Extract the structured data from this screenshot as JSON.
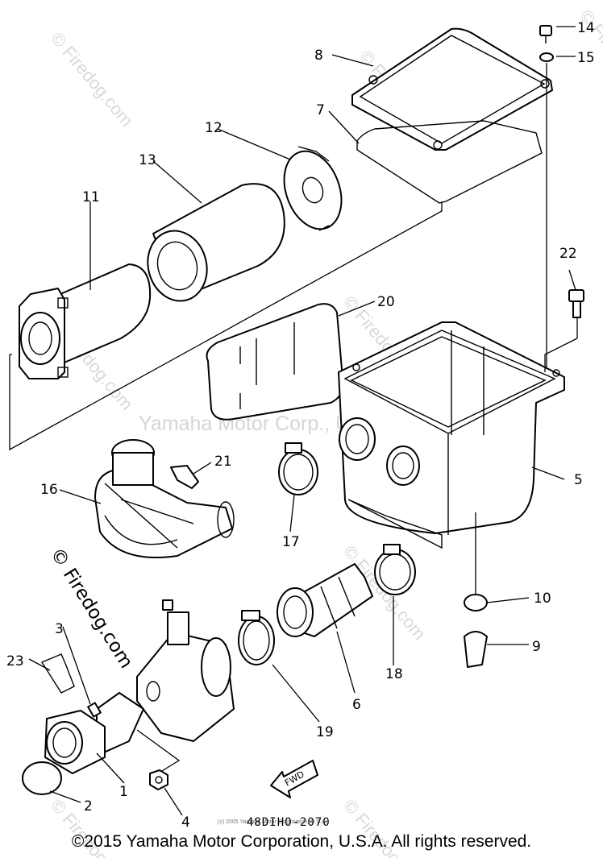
{
  "diagram": {
    "watermark_text": "© Firedog.com",
    "watermark_brand": "Yamaha Motor Corp., U.S.A.",
    "drawing_number": "48DIHO-2070",
    "fwd_label": "FWD",
    "small_copy": "(c) 2005 Yamaha Motor Corporation, U.S.A.",
    "copyright": "©2015 Yamaha Motor Corporation, U.S.A. All rights reserved.",
    "callouts": [
      "1",
      "2",
      "3",
      "4",
      "5",
      "6",
      "7",
      "8",
      "9",
      "10",
      "11",
      "12",
      "13",
      "14",
      "15",
      "16",
      "17",
      "18",
      "19",
      "20",
      "21",
      "22",
      "23"
    ]
  }
}
